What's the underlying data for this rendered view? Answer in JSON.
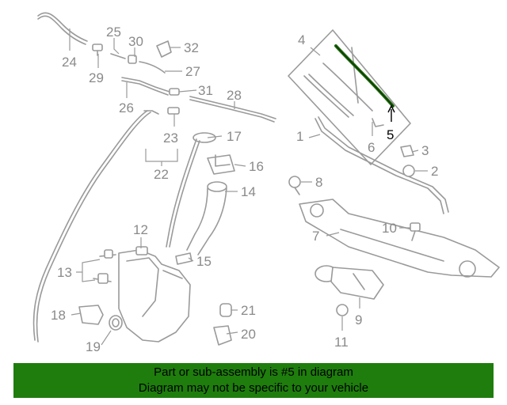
{
  "callouts": {
    "c1": "1",
    "c2": "2",
    "c3": "3",
    "c4": "4",
    "c5": "5",
    "c6": "6",
    "c7": "7",
    "c8": "8",
    "c9": "9",
    "c10": "10",
    "c11": "11",
    "c12": "12",
    "c13": "13",
    "c14": "14",
    "c15": "15",
    "c16": "16",
    "c17": "17",
    "c18": "18",
    "c19": "19",
    "c20": "20",
    "c21": "21",
    "c22": "22",
    "c23": "23",
    "c24": "24",
    "c25": "25",
    "c26": "26",
    "c27": "27",
    "c28": "28",
    "c29": "29",
    "c30": "30",
    "c31": "31",
    "c32": "32"
  },
  "highlight_part": "5",
  "highlight_color": "#1e6b0c",
  "banner": {
    "line1": "Part or sub-assembly is #5 in diagram",
    "line2": "Diagram may not be specific to your vehicle",
    "background": "#1e7d0c"
  }
}
